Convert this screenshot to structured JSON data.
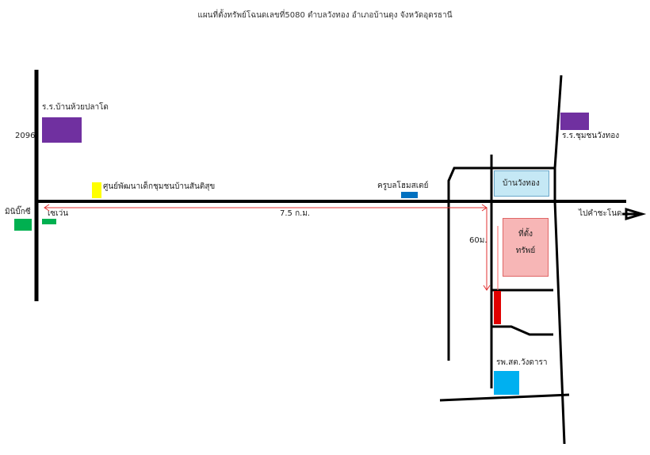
{
  "title": "แผนที่ตั้งทรัพย์โฉนดเลขที่5080 ตำบลวังทอง อำเภอบ้านดุง จังหวัดอุดรธานี",
  "road_number": "2096",
  "places": {
    "school_huai_pla_do": "ร.ร.บ้านห้วยปลาโด",
    "child_center": "ศูนย์พัฒนาเด็กชุมชนบ้านสันติสุข",
    "minimart": "มินิบิ๊กซี",
    "seven_eleven": "เซเว่น",
    "homestay_teacher": "ครูบลโฮมสเตย์",
    "ban_wang_thong": "บ้านวังทอง",
    "school_wang_thong": "ร.ร.ชุมชนวังทอง",
    "property_line1": "ที่ตั้ง",
    "property_line2": "ทรัพย์",
    "health_center": "รพ.สต.วังดารา"
  },
  "distances": {
    "main_road": "7.5 ก.ม.",
    "to_property": "60ม."
  },
  "direction_label": "ไปคำชะโนด",
  "colors": {
    "school": "#7030a0",
    "child_center": "#ffff00",
    "minimart": "#00b050",
    "homestay": "#0070c0",
    "ban_wang_thong_fill": "#c5e8f5",
    "property_fill": "#f7b6b6",
    "property_border": "#e06666",
    "health_center": "#00b0f0",
    "marker_red": "#e00000",
    "measure_line": "#e03030",
    "road": "#000000"
  }
}
